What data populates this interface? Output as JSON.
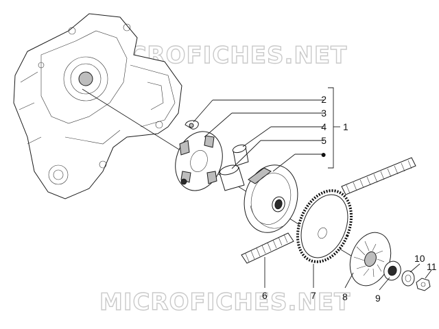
{
  "watermark": "MICROFICHES.NET",
  "callouts": {
    "p1": "1",
    "p2": "2",
    "p3": "3",
    "p4": "4",
    "p5": "5",
    "p6": "6",
    "p7": "7",
    "p8": "8",
    "p9": "9",
    "p10": "10",
    "p11": "11"
  },
  "kit_marker": "●"
}
